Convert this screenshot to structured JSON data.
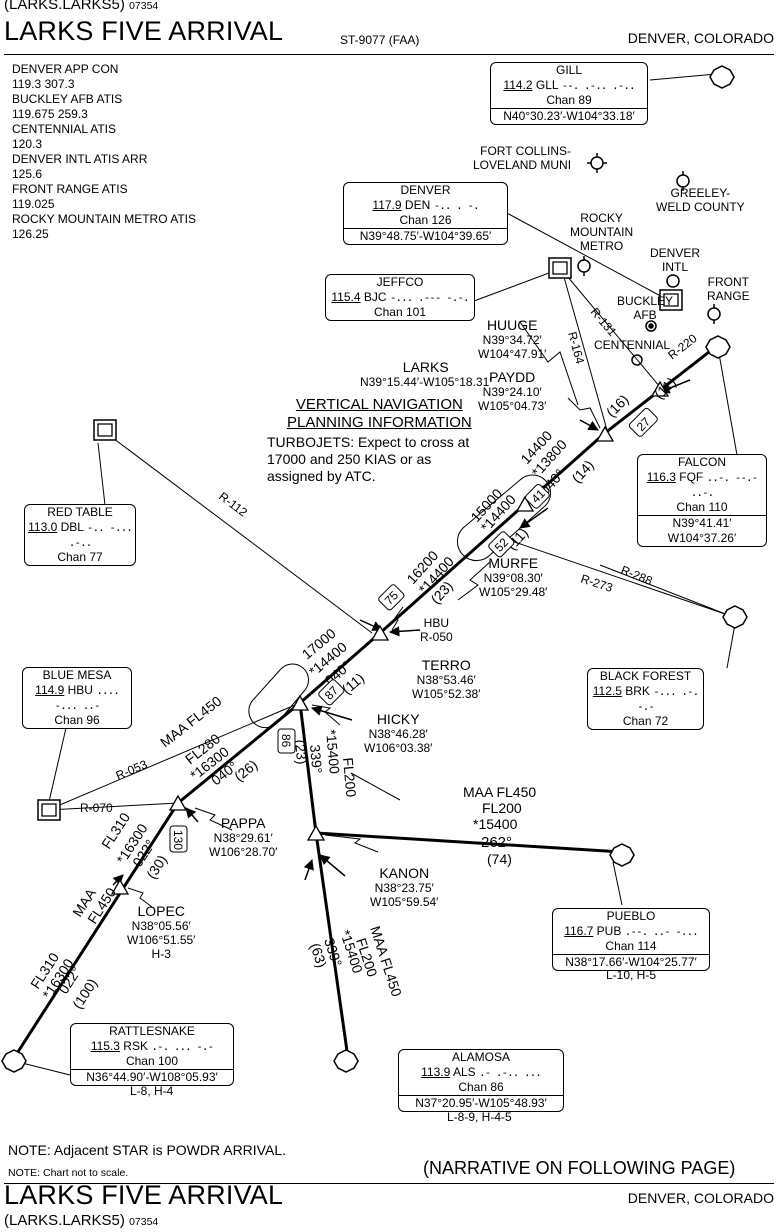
{
  "header": {
    "code": "(LARKS.LARKS5)",
    "code_num": "07354",
    "title": "LARKS FIVE ARRIVAL",
    "chart_id": "ST-9077 (FAA)",
    "location": "DENVER, COLORADO"
  },
  "comms": [
    "DENVER APP CON",
    "119.3  307.3",
    "BUCKLEY AFB ATIS",
    "119.675  259.3",
    "CENTENNIAL ATIS",
    "120.3",
    "DENVER INTL ATIS ARR",
    "125.6",
    "FRONT RANGE ATIS",
    "119.025",
    "ROCKY MOUNTAIN METRO ATIS",
    "126.25"
  ],
  "navaids": {
    "gill": {
      "name": "GILL",
      "freq": "114.2",
      "ident": "GLL",
      "morse": "--. .-.. .-..",
      "chan": "Chan 89",
      "coord": "N40°30.23′-W104°33.18′"
    },
    "denver": {
      "name": "DENVER",
      "freq": "117.9",
      "ident": "DEN",
      "morse": "-.. . -.",
      "chan": "Chan 126",
      "coord": "N39°48.75′-W104°39.65′"
    },
    "jeffco": {
      "name": "JEFFCO",
      "freq": "115.4",
      "ident": "BJC",
      "morse": "-... .--- -.-.",
      "chan": "Chan 101"
    },
    "red_table": {
      "name": "RED TABLE",
      "freq": "113.0",
      "ident": "DBL",
      "morse": "-.. -... .-..",
      "chan": "Chan 77"
    },
    "falcon": {
      "name": "FALCON",
      "freq": "116.3",
      "ident": "FQF",
      "morse": "..-. --.- ..-.",
      "chan": "Chan 110",
      "coord1": "N39°41.41′",
      "coord2": "W104°37.26′"
    },
    "blue_mesa": {
      "name": "BLUE MESA",
      "freq": "114.9",
      "ident": "HBU",
      "morse": ".... -... ..-",
      "chan": "Chan 96"
    },
    "black_forest": {
      "name": "BLACK FOREST",
      "freq": "112.5",
      "ident": "BRK",
      "morse": "-... .-. -.-",
      "chan": "Chan 72"
    },
    "pueblo": {
      "name": "PUEBLO",
      "freq": "116.7",
      "ident": "PUB",
      "morse": ".--. ..- -...",
      "chan": "Chan 114",
      "coord": "N38°17.66′-W104°25.77′",
      "charts": "L-10, H-5"
    },
    "rattlesnake": {
      "name": "RATTLESNAKE",
      "freq": "115.3",
      "ident": "RSK",
      "morse": ".-. ... -.-",
      "chan": "Chan 100",
      "coord": "N36°44.90′-W108°05.93′",
      "charts": "L-8, H-4"
    },
    "alamosa": {
      "name": "ALAMOSA",
      "freq": "113.9",
      "ident": "ALS",
      "morse": ".- .-.. ...",
      "chan": "Chan 86",
      "coord": "N37°20.95′-W105°48.93′",
      "charts": "L-8-9, H-4-5"
    }
  },
  "airports": {
    "fort_collins": "FORT COLLINS-\nLOVELAND MUNI",
    "greeley": "GREELEY-\nWELD COUNTY",
    "rocky_mountain": "ROCKY\nMOUNTAIN\nMETRO",
    "denver_intl": "DENVER\nINTL",
    "front_range": "FRONT\nRANGE",
    "buckley": "BUCKLEY\nAFB",
    "centennial": "CENTENNIAL"
  },
  "fixes": {
    "larks": {
      "name": "LARKS",
      "coord": "N39°15.44′-W105°18.31′"
    },
    "huuge": {
      "name": "HUUGE",
      "lat": "N39°34.72′",
      "lon": "W104°47.91′"
    },
    "paydd": {
      "name": "PAYDD",
      "lat": "N39°24.10′",
      "lon": "W105°04.73′"
    },
    "murfe": {
      "name": "MURFE",
      "lat": "N39°08.30′",
      "lon": "W105°29.48′"
    },
    "terro": {
      "name": "TERRO",
      "lat": "N38°53.46′",
      "lon": "W105°52.38′"
    },
    "hicky": {
      "name": "HICKY",
      "lat": "N38°46.28′",
      "lon": "W106°03.38′"
    },
    "pappa": {
      "name": "PAPPA",
      "lat": "N38°29.61′",
      "lon": "W106°28.70′"
    },
    "kanon": {
      "name": "KANON",
      "lat": "N38°23.75′",
      "lon": "W105°59.54′"
    },
    "lopec": {
      "name": "LOPEC",
      "lat": "N38°05.56′",
      "lon": "W106°51.55′",
      "charts": "H-3"
    },
    "hbu_r050": {
      "ident": "HBU",
      "radial": "R-050"
    }
  },
  "vnav": {
    "title1": "VERTICAL NAVIGATION",
    "title2": "PLANNING INFORMATION",
    "text": [
      "TURBOJETS:  Expect to cross at",
      "17000 and 250 KIAS or as",
      "assigned by ATC."
    ]
  },
  "radials": {
    "r112": "R-112",
    "r164": "R-164",
    "r131": "R-131",
    "r220": "R-220",
    "r288": "R-288",
    "r273": "R-273",
    "r053": "R-053",
    "r070": "R-070"
  },
  "route_labels": {
    "huuge_paydd_dist": "(16)",
    "falcon_huuge_dist": "(11)",
    "falcon_box": "27",
    "paydd_alt1": "14400",
    "paydd_alt2": "*13800",
    "paydd_crs": "040°",
    "paydd_dist": "(14)",
    "seg2_alt1": "15000",
    "seg2_alt2": "*14400",
    "seg2_dist": "(11)",
    "box41": "41",
    "box52": "52",
    "seg3_alt1": "16200",
    "seg3_alt2": "*14400",
    "seg3_dist": "(23)",
    "box75": "75",
    "seg4_alt1": "17000",
    "seg4_alt2": "*14400",
    "seg4_crs": "040°",
    "seg4_dist": "(11)",
    "box87": "87",
    "seg5_maa": "MAA FL450",
    "seg5_fl": "FL280",
    "seg5_alt": "*16300",
    "seg5_crs": "040°",
    "seg5_dist": "(26)",
    "hicky_kanon_alt": "*15400",
    "hicky_kanon_fl": "FL200",
    "hicky_kanon_crs": "339°",
    "hicky_kanon_dist": "(23)",
    "box86": "86",
    "seg6_fl": "FL310",
    "seg6_alt": "*16300",
    "seg6_crs": "022°",
    "seg6_dist": "(30)",
    "box130": "130",
    "seg7_maa": "MAA",
    "seg7_maa2": "FL450",
    "seg7_fl": "FL310",
    "seg7_alt": "*16300",
    "seg7_crs": "022°",
    "seg7_dist": "(100)",
    "pueblo_maa": "MAA FL450",
    "pueblo_fl": "FL200",
    "pueblo_alt": "*15400",
    "pueblo_crs": "262°",
    "pueblo_dist": "(74)",
    "alamosa_maa": "MAA FL450",
    "alamosa_fl": "FL200",
    "alamosa_alt": "*15400",
    "alamosa_crs": "339°",
    "alamosa_dist": "(63)"
  },
  "notes": {
    "note1": "NOTE:  Adjacent STAR is POWDR ARRIVAL.",
    "note2": "NOTE:  Chart not to scale.",
    "narrative": "(NARRATIVE ON FOLLOWING PAGE)"
  },
  "footer": {
    "title": "LARKS FIVE ARRIVAL",
    "location": "DENVER, COLORADO",
    "code": "(LARKS.LARKS5)",
    "code_num": "07354"
  }
}
